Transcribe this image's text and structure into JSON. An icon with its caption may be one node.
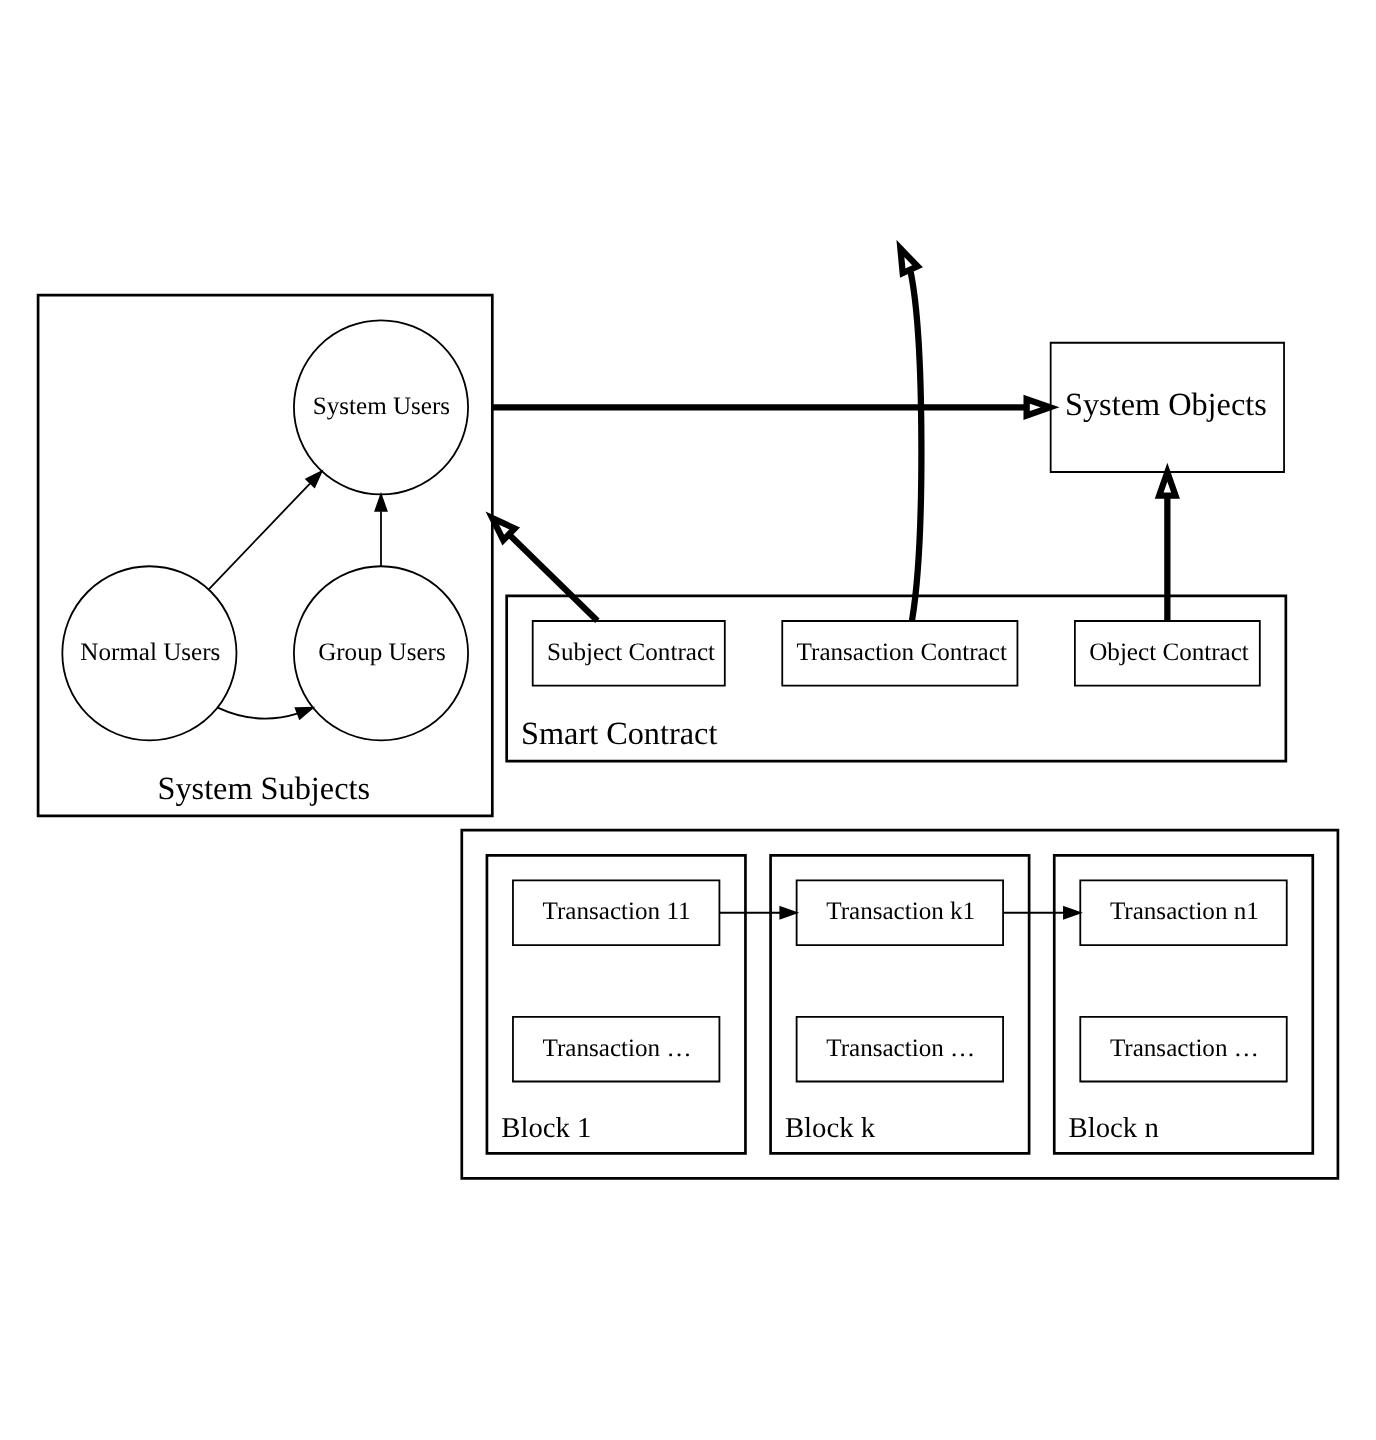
{
  "diagram": {
    "nodes": [
      {
        "text": [
          "System Subjects"
        ]
      },
      {
        "text": [
          "System Users"
        ],
        "in": 0
      },
      {
        "text": [
          "Normal Users"
        ],
        "in": 0
      },
      {
        "text": [
          "Group Users"
        ],
        "in": 0
      },
      {
        "text": [
          "System Objects"
        ]
      },
      {
        "text": [
          "Smart Contract"
        ]
      },
      {
        "text": [
          "Subject Contract"
        ],
        "in": 5
      },
      {
        "text": [
          "Transaction Contract"
        ],
        "in": 5
      },
      {
        "text": [
          "Object Contract"
        ],
        "in": 5
      },
      {
        "text": [],
        "shape": "box"
      },
      {
        "text": [
          "Block 1"
        ],
        "in": 9
      },
      {
        "text": [
          "Transaction 11"
        ],
        "in": 10
      },
      {
        "text": [
          "Transaction …"
        ],
        "in": 10
      },
      {
        "text": [
          "Block k"
        ],
        "in": 9
      },
      {
        "text": [
          "Transaction k1"
        ],
        "in": 13
      },
      {
        "text": [
          "Transaction …"
        ],
        "in": 13
      },
      {
        "text": [
          "Block n"
        ],
        "in": 9
      },
      {
        "text": [
          "Transaction n1"
        ],
        "in": 16
      },
      {
        "text": [
          "Transaction …"
        ],
        "in": 16
      }
    ],
    "edges": [
      {
        "from": 2,
        "to": 1,
        "arrow": "to"
      },
      {
        "from": 3,
        "to": 1,
        "arrow": "to"
      },
      {
        "from": 2,
        "to": 3,
        "arrow": "to"
      },
      {
        "from": 0,
        "to": 4,
        "arrow": "to",
        "style": "thick"
      },
      {
        "from": 6,
        "to": 0,
        "arrow": "to",
        "style": "thick"
      },
      {
        "from": 7,
        "to": null,
        "arrow": "to",
        "style": "thick"
      },
      {
        "from": 8,
        "to": 4,
        "arrow": "to",
        "style": "thick"
      },
      {
        "from": 11,
        "to": 14,
        "arrow": "to"
      },
      {
        "from": 14,
        "to": 17,
        "arrow": "to"
      }
    ]
  }
}
